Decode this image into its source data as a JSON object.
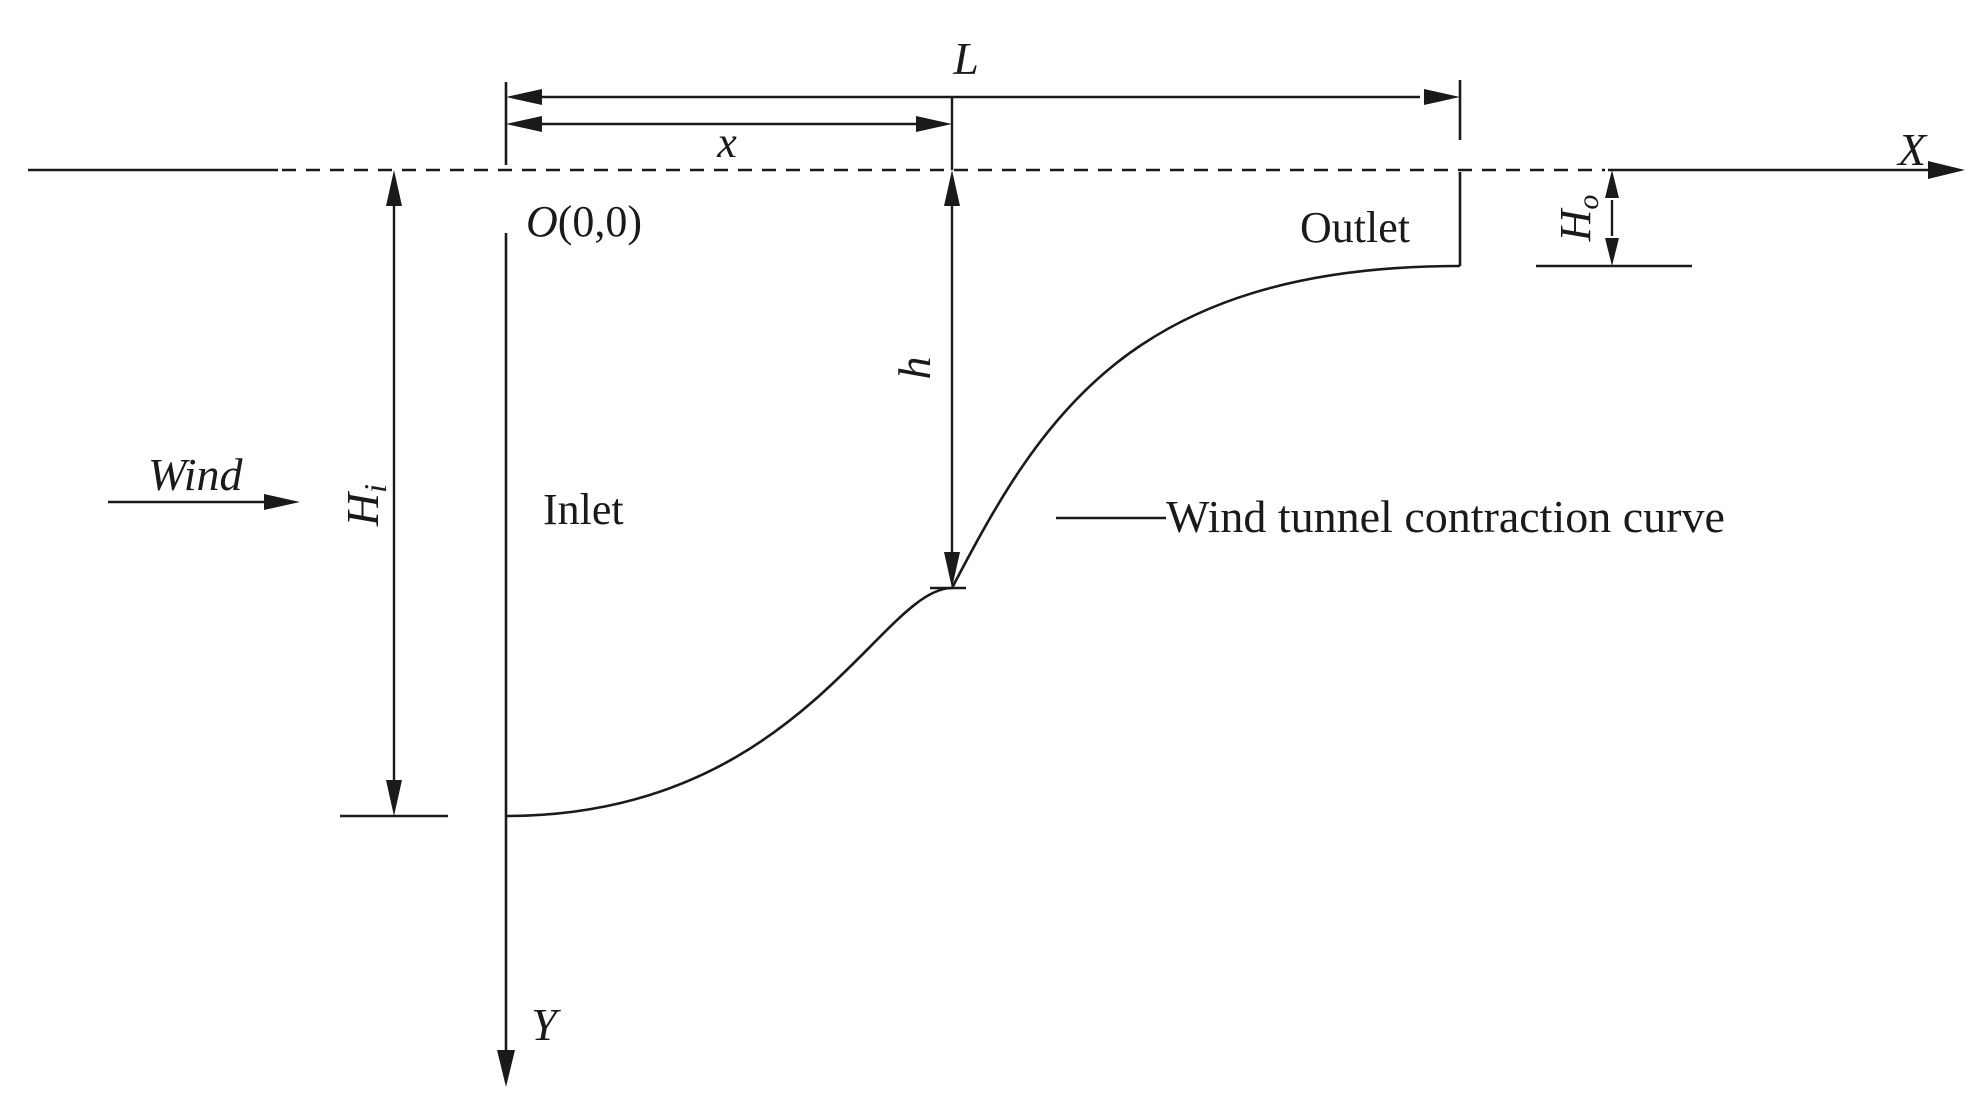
{
  "labels": {
    "length_total": "L",
    "length_partial": "x",
    "x_axis": "X",
    "y_axis": "Y",
    "origin_letter": "O",
    "origin_coords": "(0,0)",
    "outlet": "Outlet",
    "inlet": "Inlet",
    "wind": "Wind",
    "height_local": "h",
    "height_inlet_main": "H",
    "height_inlet_sub": "i",
    "height_outlet_main": "H",
    "height_outlet_sub": "o",
    "curve_legend": "Wind tunnel contraction curve"
  },
  "colors": {
    "ink": "#1a1a1a",
    "background": "#ffffff"
  }
}
